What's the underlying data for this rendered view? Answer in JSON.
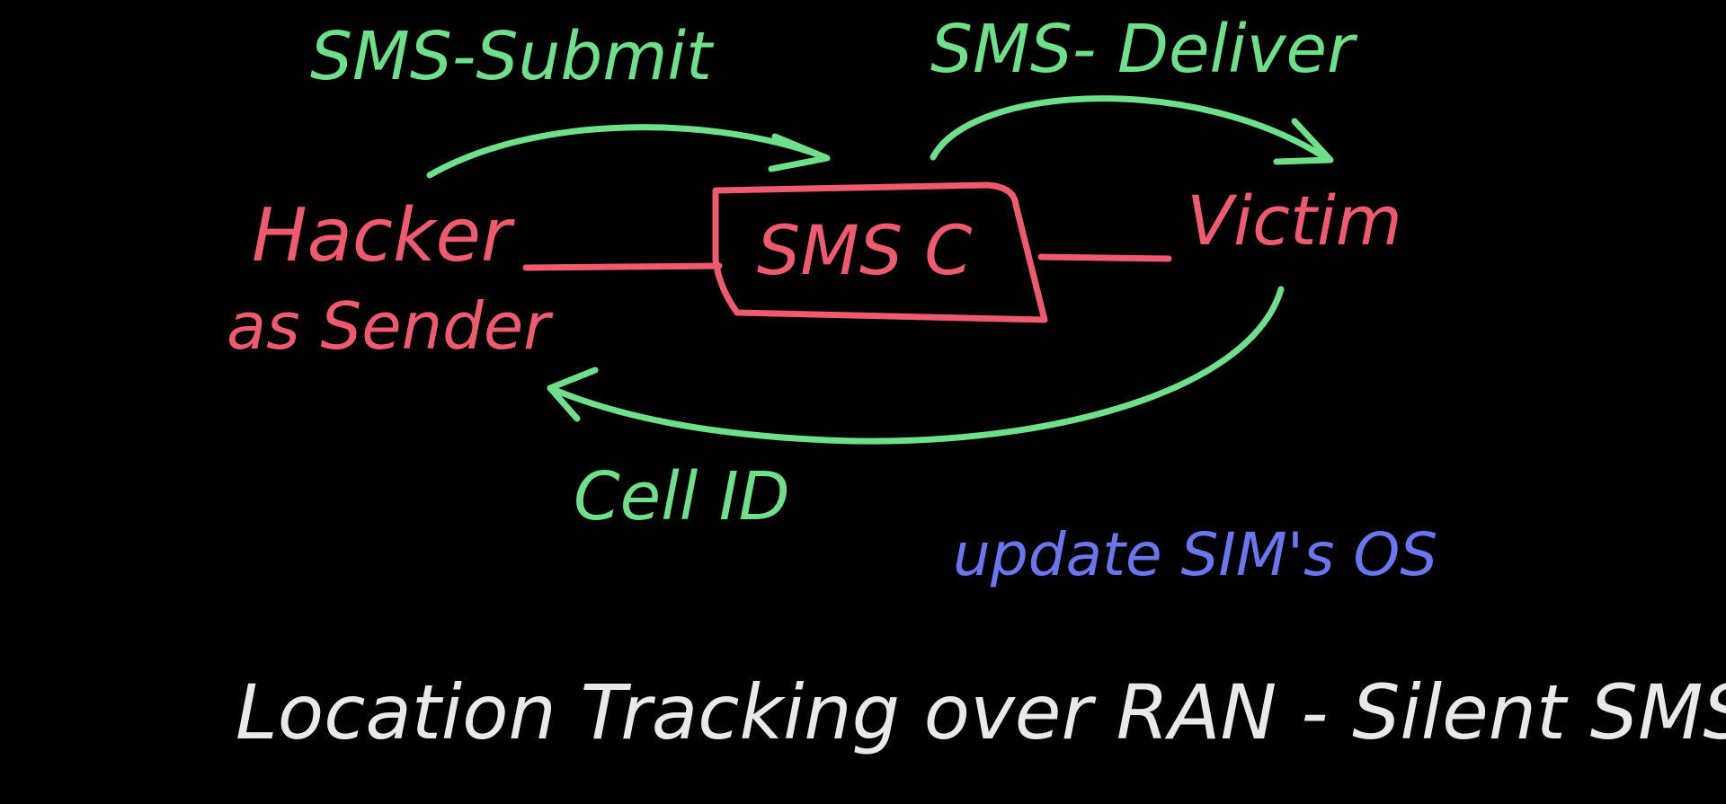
{
  "colors": {
    "background": "#000000",
    "green": "#6ee089",
    "red": "#ef5a6e",
    "blue": "#6a76f0",
    "white": "#e9e9e9"
  },
  "labels": {
    "sms_submit": "SMS-Submit",
    "sms_deliver": "SMS- Deliver",
    "hacker_line1": "Hacker",
    "hacker_line2": "as Sender",
    "smsc": "SMS C",
    "victim": "Victim",
    "cell_id": "Cell ID",
    "update_note": "update SIM's OS",
    "title": "Location Tracking over RAN - Silent SMS"
  }
}
